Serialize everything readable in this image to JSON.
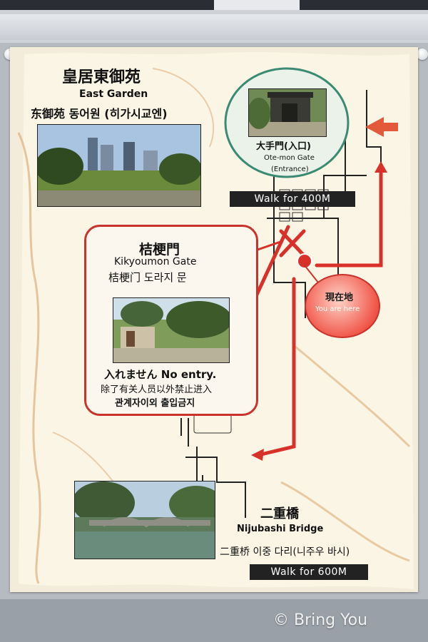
{
  "east_garden": {
    "title_ja": "皇居東御苑",
    "title_en": "East Garden",
    "title_multi": "东御苑 동어원 (히가시교엔)"
  },
  "ote_mon": {
    "title_ja": "大手門(入口)",
    "title_en": "Ote-mon Gate",
    "subtitle": "(Entrance)",
    "walk": "Walk for 400M"
  },
  "kikyoumon": {
    "title_ja": "桔梗門",
    "title_en": "Kikyoumon Gate",
    "title_multi": "桔梗门 도라지  문",
    "no_entry": "入れません No entry.",
    "no_entry_zh": "除了有关人员以外禁止进入",
    "no_entry_ko": "관계자이외 출입금지"
  },
  "current_location": {
    "label_ja": "現在地",
    "label_en": "You are here"
  },
  "nijubashi": {
    "title_ja": "二重橋",
    "title_en": "Nijubashi Bridge",
    "title_multi": "二重桥 이중 다리(니주우 바시)",
    "walk": "Walk for 600M"
  },
  "watermark": "© Bring You",
  "colors": {
    "accent_red": "#d8312a",
    "ote_green": "#3b8a73",
    "poster_bg": "#f4ecda",
    "label_bg": "#222222"
  }
}
